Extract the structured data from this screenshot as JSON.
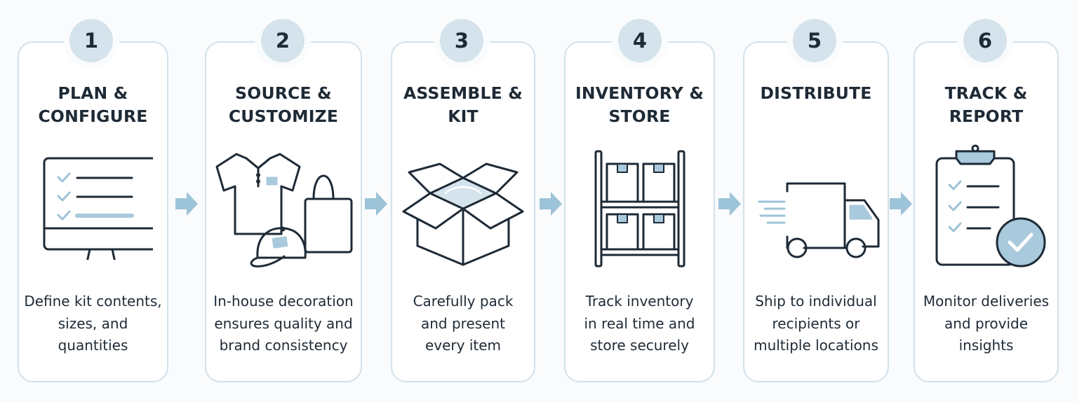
{
  "diagram": {
    "colors": {
      "stroke": "#1e2a36",
      "accent": "#a9c9dc",
      "badge_fill": "#d4e3ec",
      "card_border": "#d3e1ea",
      "arrow": "#9dc3d8"
    },
    "steps": [
      {
        "number": "1",
        "title_lines": [
          "PLAN &",
          "CONFIGURE"
        ],
        "icon": "monitor-checklist-icon",
        "description_lines": [
          "Define kit contents,",
          "sizes, and quantities"
        ]
      },
      {
        "number": "2",
        "title_lines": [
          "SOURCE &",
          "CUSTOMIZE"
        ],
        "icon": "apparel-icon",
        "description_lines": [
          "In-house decoration",
          "ensures quality and",
          "brand consistency"
        ]
      },
      {
        "number": "3",
        "title_lines": [
          "ASSEMBLE &",
          "KIT"
        ],
        "icon": "open-box-icon",
        "description_lines": [
          "Carefully pack",
          "and present",
          "every item"
        ]
      },
      {
        "number": "4",
        "title_lines": [
          "INVENTORY &",
          "STORE"
        ],
        "icon": "storage-shelf-icon",
        "description_lines": [
          "Track inventory",
          "in real time and",
          "store securely"
        ]
      },
      {
        "number": "5",
        "title_lines": [
          "DISTRIBUTE"
        ],
        "icon": "delivery-truck-icon",
        "description_lines": [
          "Ship to individual",
          "recipients or",
          "multiple locations"
        ]
      },
      {
        "number": "6",
        "title_lines": [
          "TRACK &",
          "REPORT"
        ],
        "icon": "clipboard-check-icon",
        "description_lines": [
          "Monitor deliveries",
          "and provide",
          "insights"
        ]
      }
    ]
  }
}
